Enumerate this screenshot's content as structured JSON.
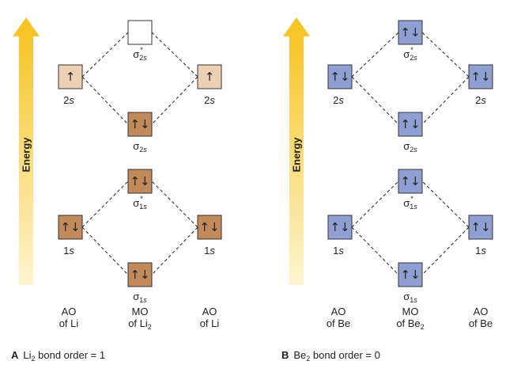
{
  "colors": {
    "li_filled": "#c28a5a",
    "li_light": "#ecd0b4",
    "be": "#8f9fd3",
    "empty": "#ffffff",
    "arrow_top": "#f7c21c",
    "arrow_bottom": "#fdf4cf"
  },
  "energy_label": "Energy",
  "panels": [
    {
      "id": "A",
      "caption_letter": "A",
      "caption_molecule": "Li",
      "caption_subscript": "2",
      "caption_rest": " bond order = 1",
      "header_left": {
        "line1": "AO",
        "line2": "of Li"
      },
      "header_mid": {
        "line1": "MO",
        "line2": "of Li",
        "sub": "2"
      },
      "header_right": {
        "line1": "AO",
        "line2": "of Li"
      },
      "boxes": {
        "sigma2s_star": {
          "electrons": "",
          "color": "empty"
        },
        "ao2s_left": {
          "electrons": "↑",
          "color": "li_light"
        },
        "ao2s_right": {
          "electrons": "↑",
          "color": "li_light"
        },
        "sigma2s": {
          "electrons": "↑↓",
          "color": "li_filled"
        },
        "sigma1s_star": {
          "electrons": "↑↓",
          "color": "li_filled"
        },
        "ao1s_left": {
          "electrons": "↑↓",
          "color": "li_filled"
        },
        "ao1s_right": {
          "electrons": "↑↓",
          "color": "li_filled"
        },
        "sigma1s": {
          "electrons": "↑↓",
          "color": "li_filled"
        }
      }
    },
    {
      "id": "B",
      "caption_letter": "B",
      "caption_molecule": "Be",
      "caption_subscript": "2",
      "caption_rest": " bond order = 0",
      "header_left": {
        "line1": "AO",
        "line2": "of Be"
      },
      "header_mid": {
        "line1": "MO",
        "line2": "of Be",
        "sub": "2"
      },
      "header_right": {
        "line1": "AO",
        "line2": "of Be"
      },
      "boxes": {
        "sigma2s_star": {
          "electrons": "↑↓",
          "color": "be"
        },
        "ao2s_left": {
          "electrons": "↑↓",
          "color": "be"
        },
        "ao2s_right": {
          "electrons": "↑↓",
          "color": "be"
        },
        "sigma2s": {
          "electrons": "↑↓",
          "color": "be"
        },
        "sigma1s_star": {
          "electrons": "↑↓",
          "color": "be"
        },
        "ao1s_left": {
          "electrons": "↑↓",
          "color": "be"
        },
        "ao1s_right": {
          "electrons": "↑↓",
          "color": "be"
        },
        "sigma1s": {
          "electrons": "↑↓",
          "color": "be"
        }
      }
    }
  ],
  "labels": {
    "ao_2s": "2s",
    "ao_1s": "1s",
    "sigma": "σ",
    "sub_2s": "2s",
    "sub_1s": "1s",
    "star": "*"
  }
}
